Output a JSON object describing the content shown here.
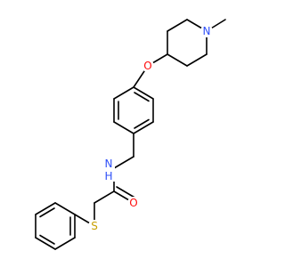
{
  "molecule": {
    "atoms": {
      "N_piperidine": {
        "label": "N",
        "color": "#3050F8"
      },
      "O_ether": {
        "label": "O",
        "color": "#FF0D0D"
      },
      "N_amide": {
        "label": "N",
        "color": "#3050F8"
      },
      "H_amide": {
        "label": "H",
        "color": "#3050F8"
      },
      "O_carbonyl": {
        "label": "O",
        "color": "#FF0D0D"
      },
      "S_thioether": {
        "label": "S",
        "color": "#C8A000"
      }
    },
    "bond_color": "#000000"
  }
}
